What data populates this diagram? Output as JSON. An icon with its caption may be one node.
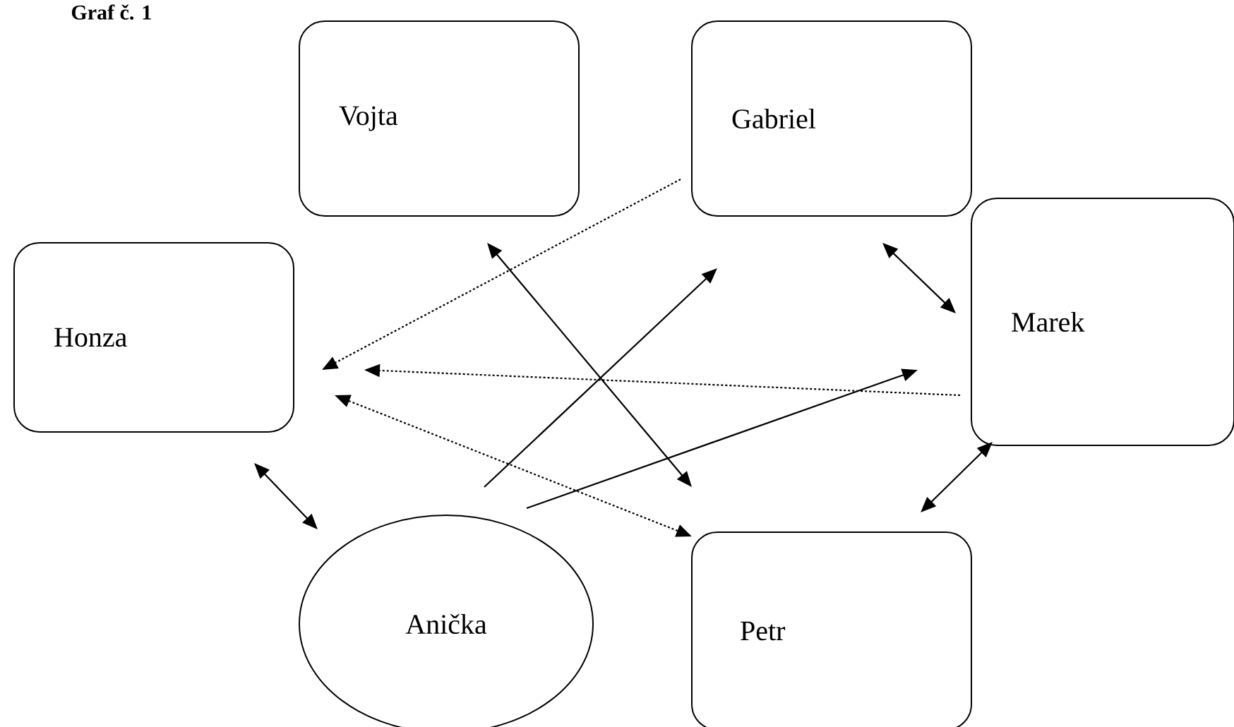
{
  "diagram": {
    "title": "Graf č. 1",
    "nodes": [
      {
        "text": [
          "Vojta"
        ]
      },
      {
        "text": [
          "Gabriel"
        ]
      },
      {
        "text": [
          "Honza"
        ]
      },
      {
        "text": [
          "Marek"
        ]
      },
      {
        "text": [
          "Anička"
        ]
      },
      {
        "text": [
          "Petr"
        ]
      }
    ],
    "edges": [
      {
        "from": 1,
        "to": 2,
        "arrow": "to",
        "style": "dashed"
      },
      {
        "from": 3,
        "to": 2,
        "arrow": "to",
        "style": "dashed"
      },
      {
        "from": 2,
        "to": 5,
        "arrow": "both",
        "style": "dashed"
      },
      {
        "from": 0,
        "to": 5,
        "arrow": "both"
      },
      {
        "from": 4,
        "to": 1,
        "arrow": "to"
      },
      {
        "from": 4,
        "to": 3,
        "arrow": "to"
      },
      {
        "from": 1,
        "to": 3,
        "arrow": "both"
      },
      {
        "from": 3,
        "to": 5,
        "arrow": "both"
      },
      {
        "from": 2,
        "to": 4,
        "arrow": "both"
      }
    ]
  }
}
